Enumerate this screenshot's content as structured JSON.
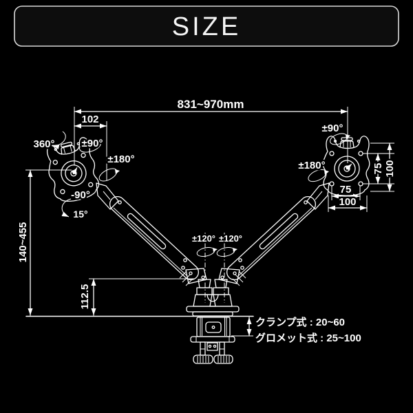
{
  "header": {
    "title": "SIZE"
  },
  "dimensions": {
    "arm_span": "831~970mm",
    "vesa_offset": "102",
    "height_range": "140~455",
    "base_to_joint": "112.5",
    "vesa_vertical_75": "75",
    "vesa_vertical_100": "100",
    "vesa_horizontal_75": "75",
    "vesa_horizontal_100": "100"
  },
  "angles": {
    "left_rotation": "360°",
    "left_pivot": "±90°",
    "left_arm_swivel": "±180°",
    "left_tilt_down": "-90°",
    "left_tilt_up": "15°",
    "center_left_swivel": "±120°",
    "center_right_swivel": "±120°",
    "right_pivot": "±90°",
    "right_arm_swivel": "±180°"
  },
  "base": {
    "clamp_range": "クランプ式 : 20~60",
    "grommet_range": "グロメット式 : 25~100"
  },
  "colors": {
    "background": "#000000",
    "line": "#ffffff",
    "header_border": "#d9d9d9"
  }
}
